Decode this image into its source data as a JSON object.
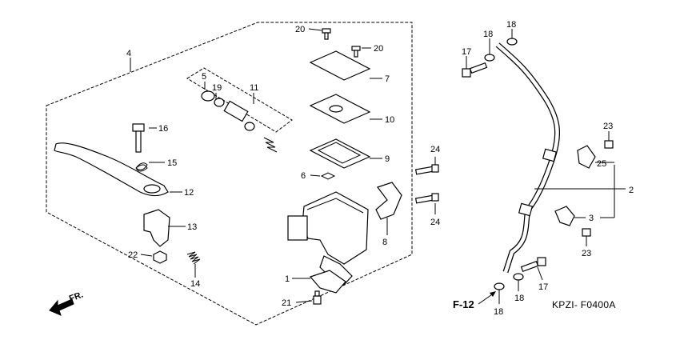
{
  "diagram_code": "KPZI- F0400A",
  "ref_page": "F-12",
  "direction_label": "FR.",
  "callouts": {
    "c1": "1",
    "c2": "2",
    "c3": "3",
    "c4": "4",
    "c5": "5",
    "c6": "6",
    "c7": "7",
    "c8": "8",
    "c9": "9",
    "c10": "10",
    "c11": "11",
    "c12": "12",
    "c13": "13",
    "c14": "14",
    "c15": "15",
    "c16": "16",
    "c17a": "17",
    "c17b": "17",
    "c18a": "18",
    "c18b": "18",
    "c18c": "18",
    "c18d": "18",
    "c19": "19",
    "c20a": "20",
    "c20b": "20",
    "c21": "21",
    "c22": "22",
    "c23a": "23",
    "c23b": "23",
    "c24a": "24",
    "c24b": "24",
    "c25": "25"
  }
}
